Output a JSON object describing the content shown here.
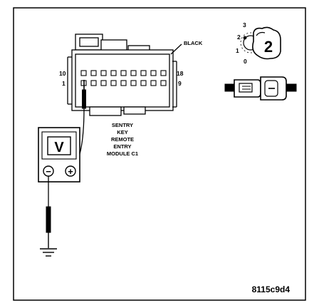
{
  "connector": {
    "color_label": "BLACK",
    "pin_top_left": "10",
    "pin_bottom_left": "1",
    "pin_top_right": "18",
    "pin_bottom_right": "9"
  },
  "module_label": [
    "SENTRY",
    "KEY",
    "REMOTE",
    "ENTRY",
    "MODULE C1"
  ],
  "meter": {
    "display": "V",
    "neg_symbol": "−",
    "pos_symbol": "+"
  },
  "ignition": {
    "positions": [
      "3",
      "2",
      "1",
      "0"
    ],
    "key_number": "2"
  },
  "figure_id": "8115c9d4",
  "colors": {
    "ink": "#000000",
    "paper": "#ffffff"
  }
}
